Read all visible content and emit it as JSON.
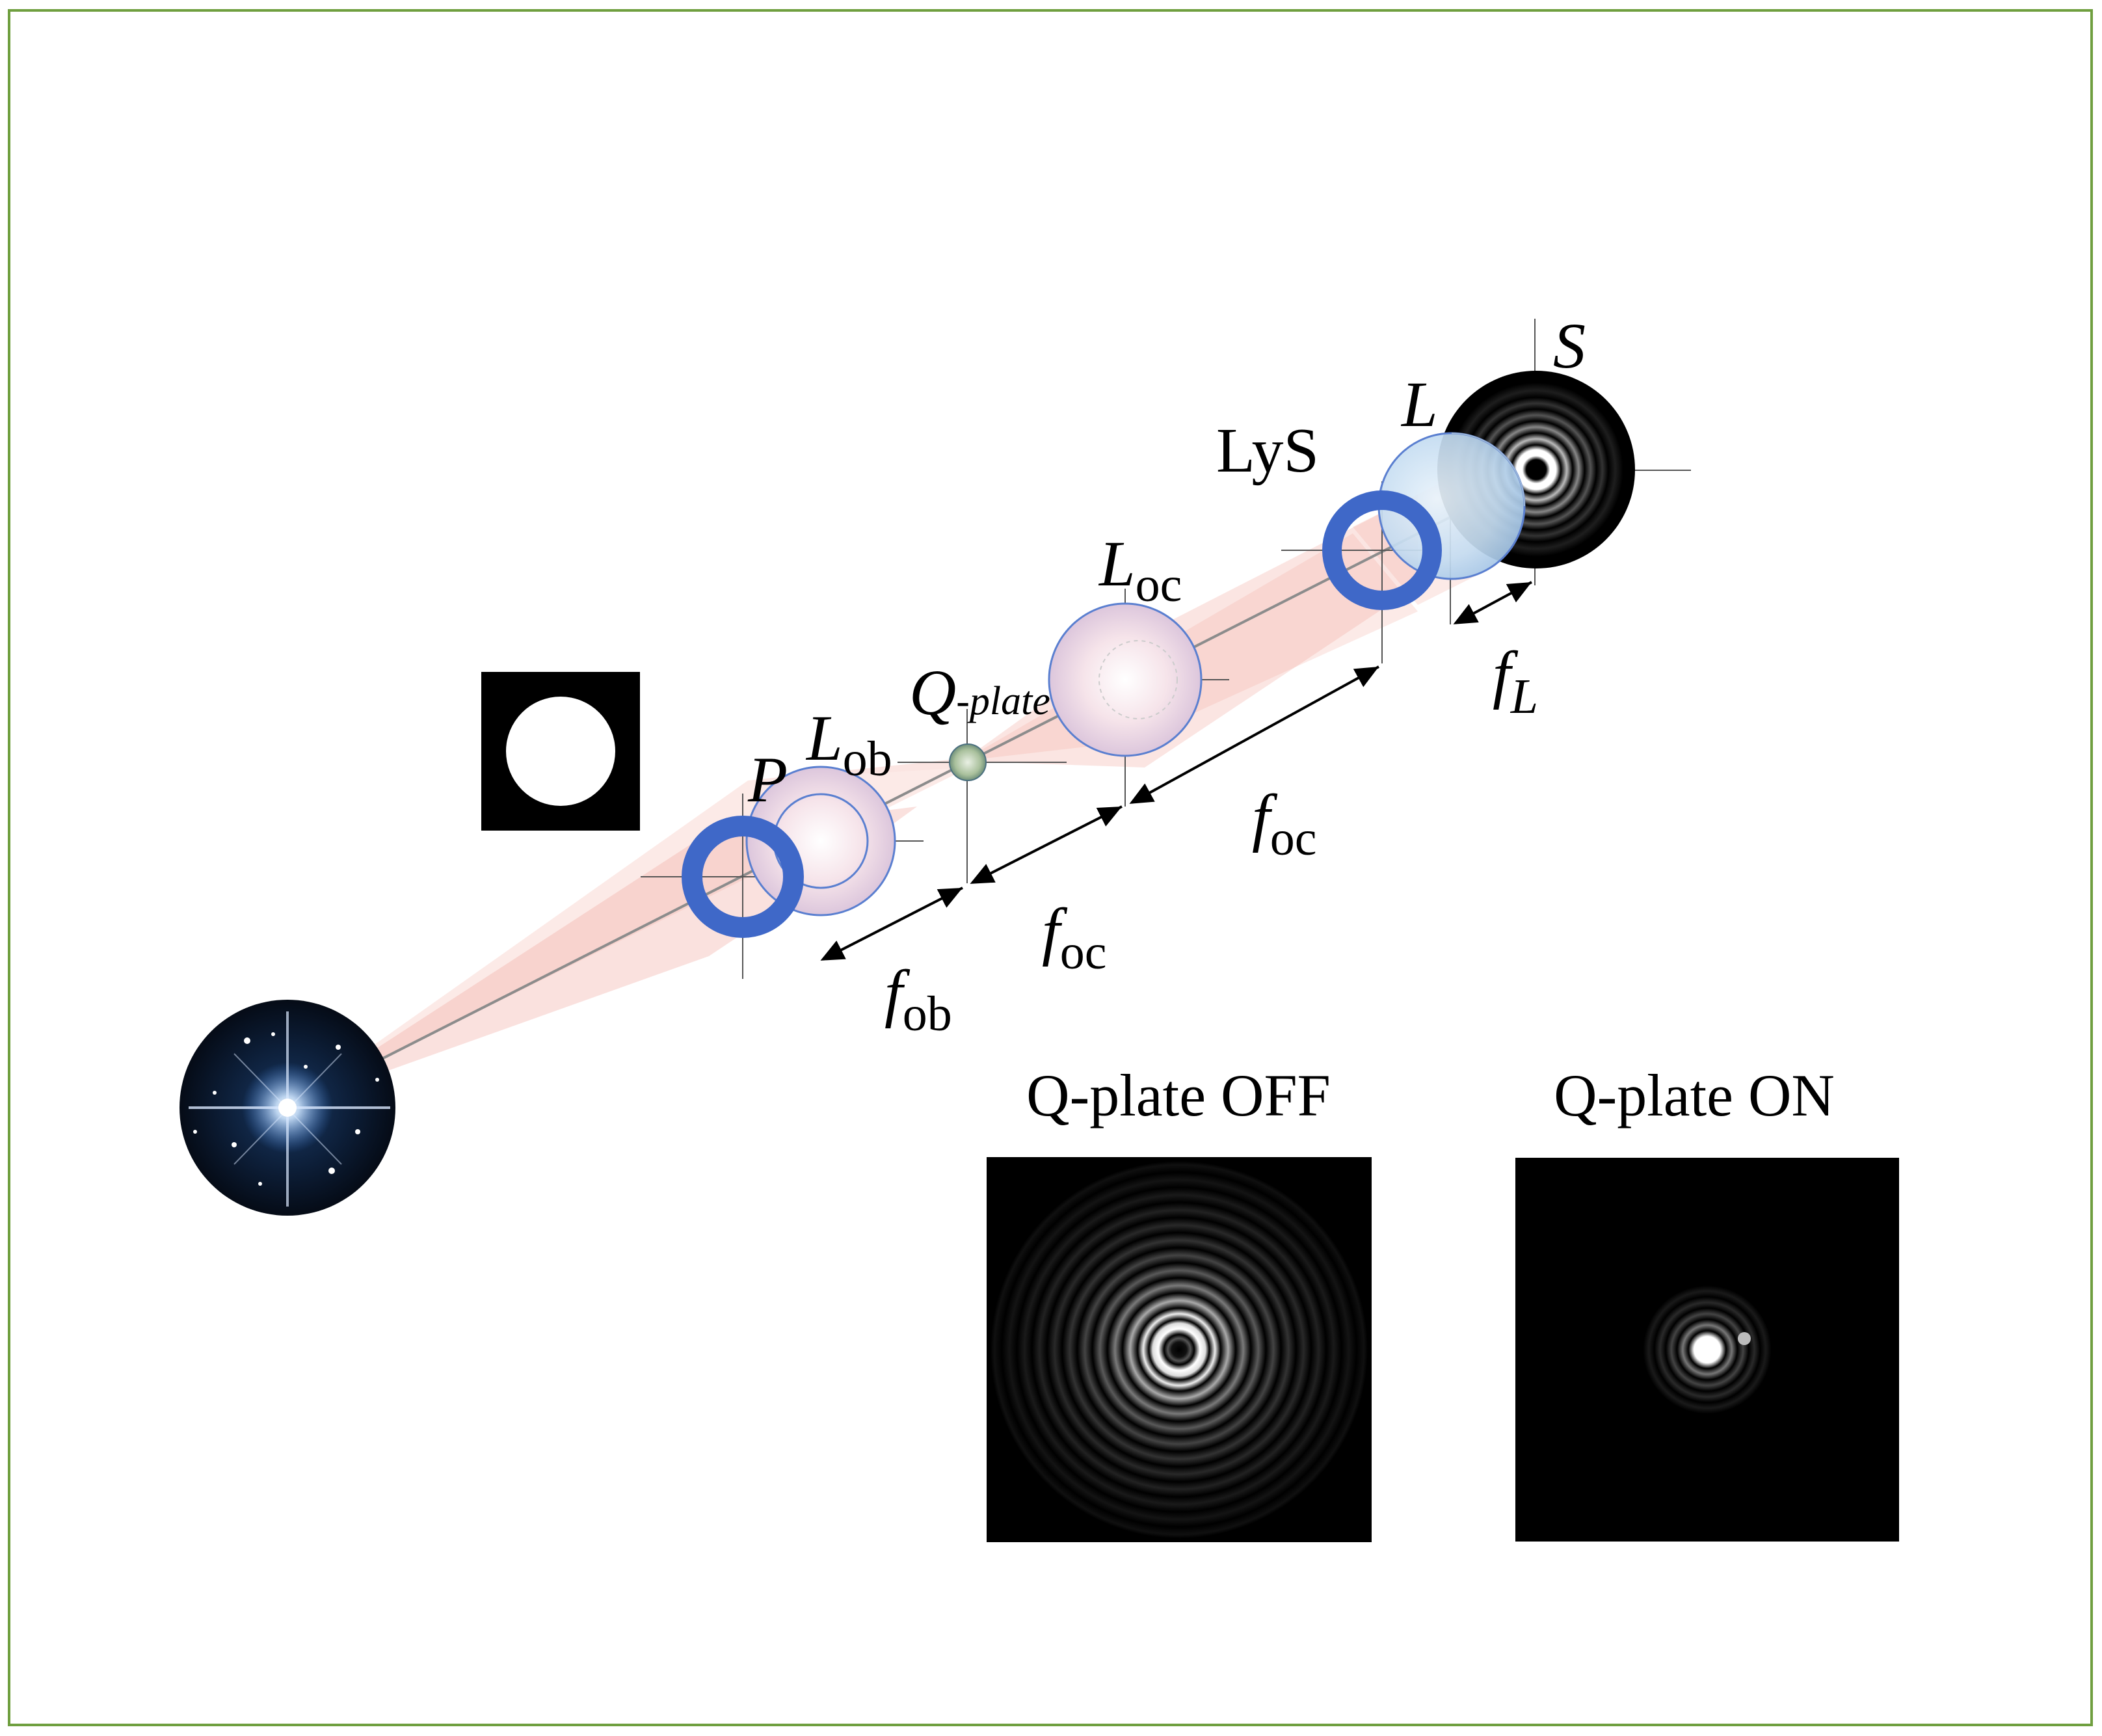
{
  "colors": {
    "border": "#6f9f3f",
    "beam": "#f2aaa0",
    "ring": "#3f68c8",
    "lens_edge": "#5a7fd0",
    "background": "#ffffff"
  },
  "labels": {
    "S": "S",
    "L": "L",
    "LyS": "LyS",
    "L_oc_main": "L",
    "L_oc_sub": "oc",
    "Q_main": "Q",
    "Q_sub": "-plate",
    "P": "P",
    "L_ob_main": "L",
    "L_ob_sub": "ob",
    "f_L_main": "f",
    "f_L_sub": "L",
    "f_oc_main": "f",
    "f_oc_sub": "oc",
    "f_ob_main": "f",
    "f_ob_sub": "ob"
  },
  "panels": {
    "off_title": "Q-plate OFF",
    "on_title": "Q-plate ON"
  },
  "icons": {
    "star": "star-field-icon",
    "pupil": "pupil-mask-icon",
    "stop": "lyot-stop-ring-icon",
    "lens": "lens-icon",
    "qplate": "q-plate-icon",
    "psf": "airy-pattern-icon"
  }
}
